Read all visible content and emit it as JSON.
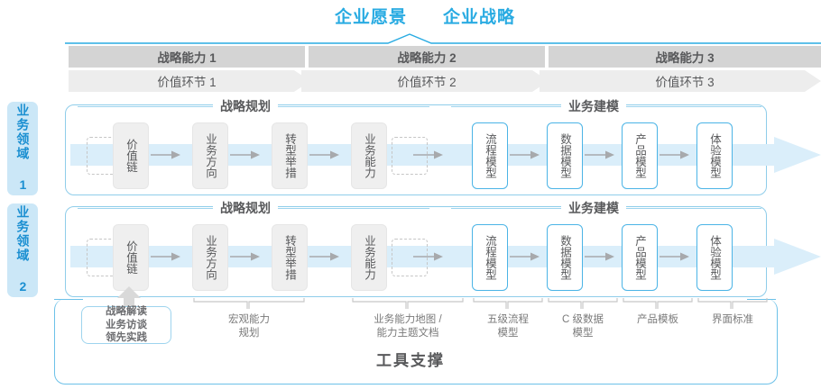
{
  "header": {
    "vision_title": "企业愿景",
    "strategy_title": "企业战略"
  },
  "capabilities": [
    {
      "label": "战略能力 1"
    },
    {
      "label": "战略能力 2"
    },
    {
      "label": "战略能力 3"
    }
  ],
  "value_stages": [
    {
      "label": "价值环节 1"
    },
    {
      "label": "价值环节 2"
    },
    {
      "label": "价值环节 3"
    }
  ],
  "domains": [
    {
      "label": "业务领域 1"
    },
    {
      "label": "业务领域 2"
    }
  ],
  "sections": [
    {
      "label": "战略规划"
    },
    {
      "label": "业务建模"
    }
  ],
  "process_boxes": [
    {
      "label": "价值链",
      "style": "gray"
    },
    {
      "label": "业务方向",
      "style": "gray"
    },
    {
      "label": "转型举措",
      "style": "gray"
    },
    {
      "label": "业务能力",
      "style": "gray"
    },
    {
      "label": "流程模型",
      "style": "blue"
    },
    {
      "label": "数据模型",
      "style": "blue"
    },
    {
      "label": "产品模型",
      "style": "blue"
    },
    {
      "label": "体验模型",
      "style": "blue"
    }
  ],
  "tool_support": {
    "title": "工具支撑",
    "highlight_box": {
      "line1": "战略解读",
      "line2": "业务访谈",
      "line3": "领先实践"
    },
    "labels": [
      {
        "line1": "宏观能力",
        "line2": "规划"
      },
      {
        "line1": "业务能力地图 /",
        "line2": "能力主题文档"
      },
      {
        "line1": "五级流程",
        "line2": "模型"
      },
      {
        "line1": "C 级数据",
        "line2": "模型"
      },
      {
        "line1": "产品模板",
        "line2": ""
      },
      {
        "line1": "界面标准",
        "line2": ""
      }
    ]
  },
  "colors": {
    "accent_blue": "#29ABE2",
    "band_gray": "#d4d4d4",
    "band_light": "#ededed",
    "flow_band": "#daeefa",
    "box_gray": "#efefef",
    "box_blue_border": "#4bb4e6",
    "tab_bg": "#cbe7f7",
    "text": "#58595b"
  }
}
